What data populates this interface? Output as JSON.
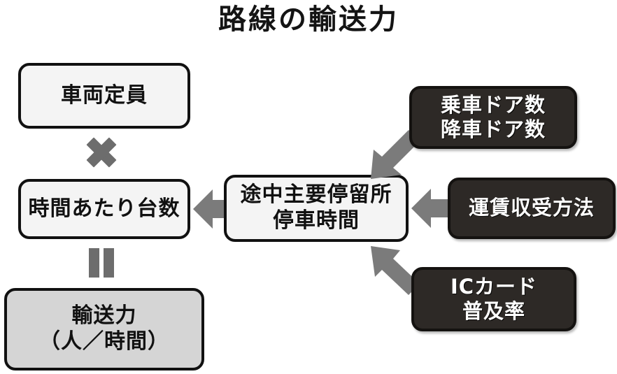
{
  "title": "路線の輸送力",
  "formula": {
    "multiply_symbol": "×",
    "equals_symbol": "="
  },
  "nodes": {
    "vehicle_capacity": {
      "label": "車両定員",
      "style": "light"
    },
    "vehicles_per_hour": {
      "label": "時間あたり台数",
      "style": "light"
    },
    "transport_capacity": {
      "label": "輸送力\n（人／時間）",
      "style": "result"
    },
    "dwell_time": {
      "label": "途中主要停留所\n停車時間",
      "style": "light"
    },
    "door_counts": {
      "label": "乗車ドア数\n降車ドア数",
      "style": "dark"
    },
    "fare_collection": {
      "label": "運賃収受方法",
      "style": "dark"
    },
    "ic_card": {
      "label": "ICカード\n普及率",
      "style": "dark"
    }
  },
  "arrows": [
    {
      "name": "dwell-to-vehicles-per-hour",
      "direction": "left"
    },
    {
      "name": "fare-to-dwell",
      "direction": "left"
    },
    {
      "name": "doors-to-dwell",
      "direction": "down-left"
    },
    {
      "name": "iccard-to-dwell",
      "direction": "up-left"
    }
  ],
  "colors": {
    "page_background": "#ffffff",
    "light_box_fill": "#f4f4f4",
    "result_box_fill": "#d5d5d5",
    "dark_box_fill": "#2d2926",
    "outline": "#111111",
    "operator_grey": "#6d6d6d",
    "arrow_grey": "#7b7b7b",
    "dark_box_text": "#ffffff"
  }
}
